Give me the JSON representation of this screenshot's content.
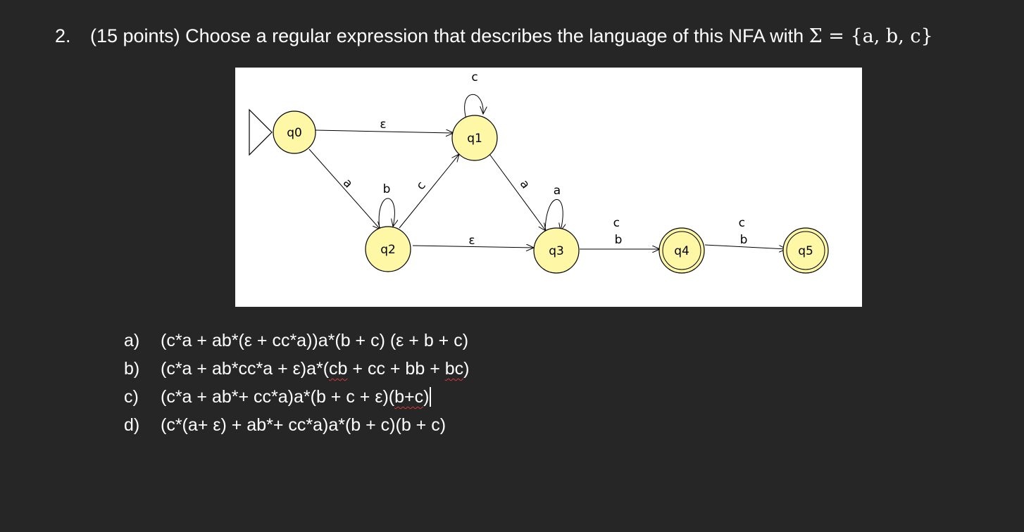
{
  "question": {
    "number": "2.",
    "text": "(15 points) Choose a regular expression that describes the language of this NFA with ",
    "math": "Σ = {a, b, c}"
  },
  "nfa": {
    "states": [
      "q0",
      "q1",
      "q2",
      "q3",
      "q4",
      "q5"
    ],
    "start_state": "q0",
    "accept_states": [
      "q4",
      "q5"
    ],
    "transitions": [
      {
        "from": "q0",
        "to": "q1",
        "label": "ε"
      },
      {
        "from": "q0",
        "to": "q2",
        "label": "a"
      },
      {
        "from": "q1",
        "to": "q1",
        "label": "c"
      },
      {
        "from": "q2",
        "to": "q2",
        "label": "b"
      },
      {
        "from": "q2",
        "to": "q1",
        "label": "c"
      },
      {
        "from": "q1",
        "to": "q3",
        "label": "a"
      },
      {
        "from": "q2",
        "to": "q3",
        "label": "ε"
      },
      {
        "from": "q3",
        "to": "q3",
        "label": "a"
      },
      {
        "from": "q3",
        "to": "q4",
        "label": "c b"
      },
      {
        "from": "q4",
        "to": "q5",
        "label": "c b"
      }
    ]
  },
  "options": [
    {
      "letter": "a)",
      "parts": [
        "(c*a + ab*(ε + cc*a))a*(b + c) (ε + b + c)"
      ]
    },
    {
      "letter": "b)",
      "parts": [
        "(c*a + ab*cc*a + ε)a*(",
        "cb",
        " + cc + bb + ",
        "bc",
        ")"
      ]
    },
    {
      "letter": "c)",
      "parts": [
        "(c*a + ab*+ cc*a)a*(b + c + ε)(",
        "b+c",
        ")"
      ]
    },
    {
      "letter": "d)",
      "parts": [
        "(c*(a+ ε) + ab*+ cc*a)a*(b + c)(b + c)"
      ]
    }
  ]
}
